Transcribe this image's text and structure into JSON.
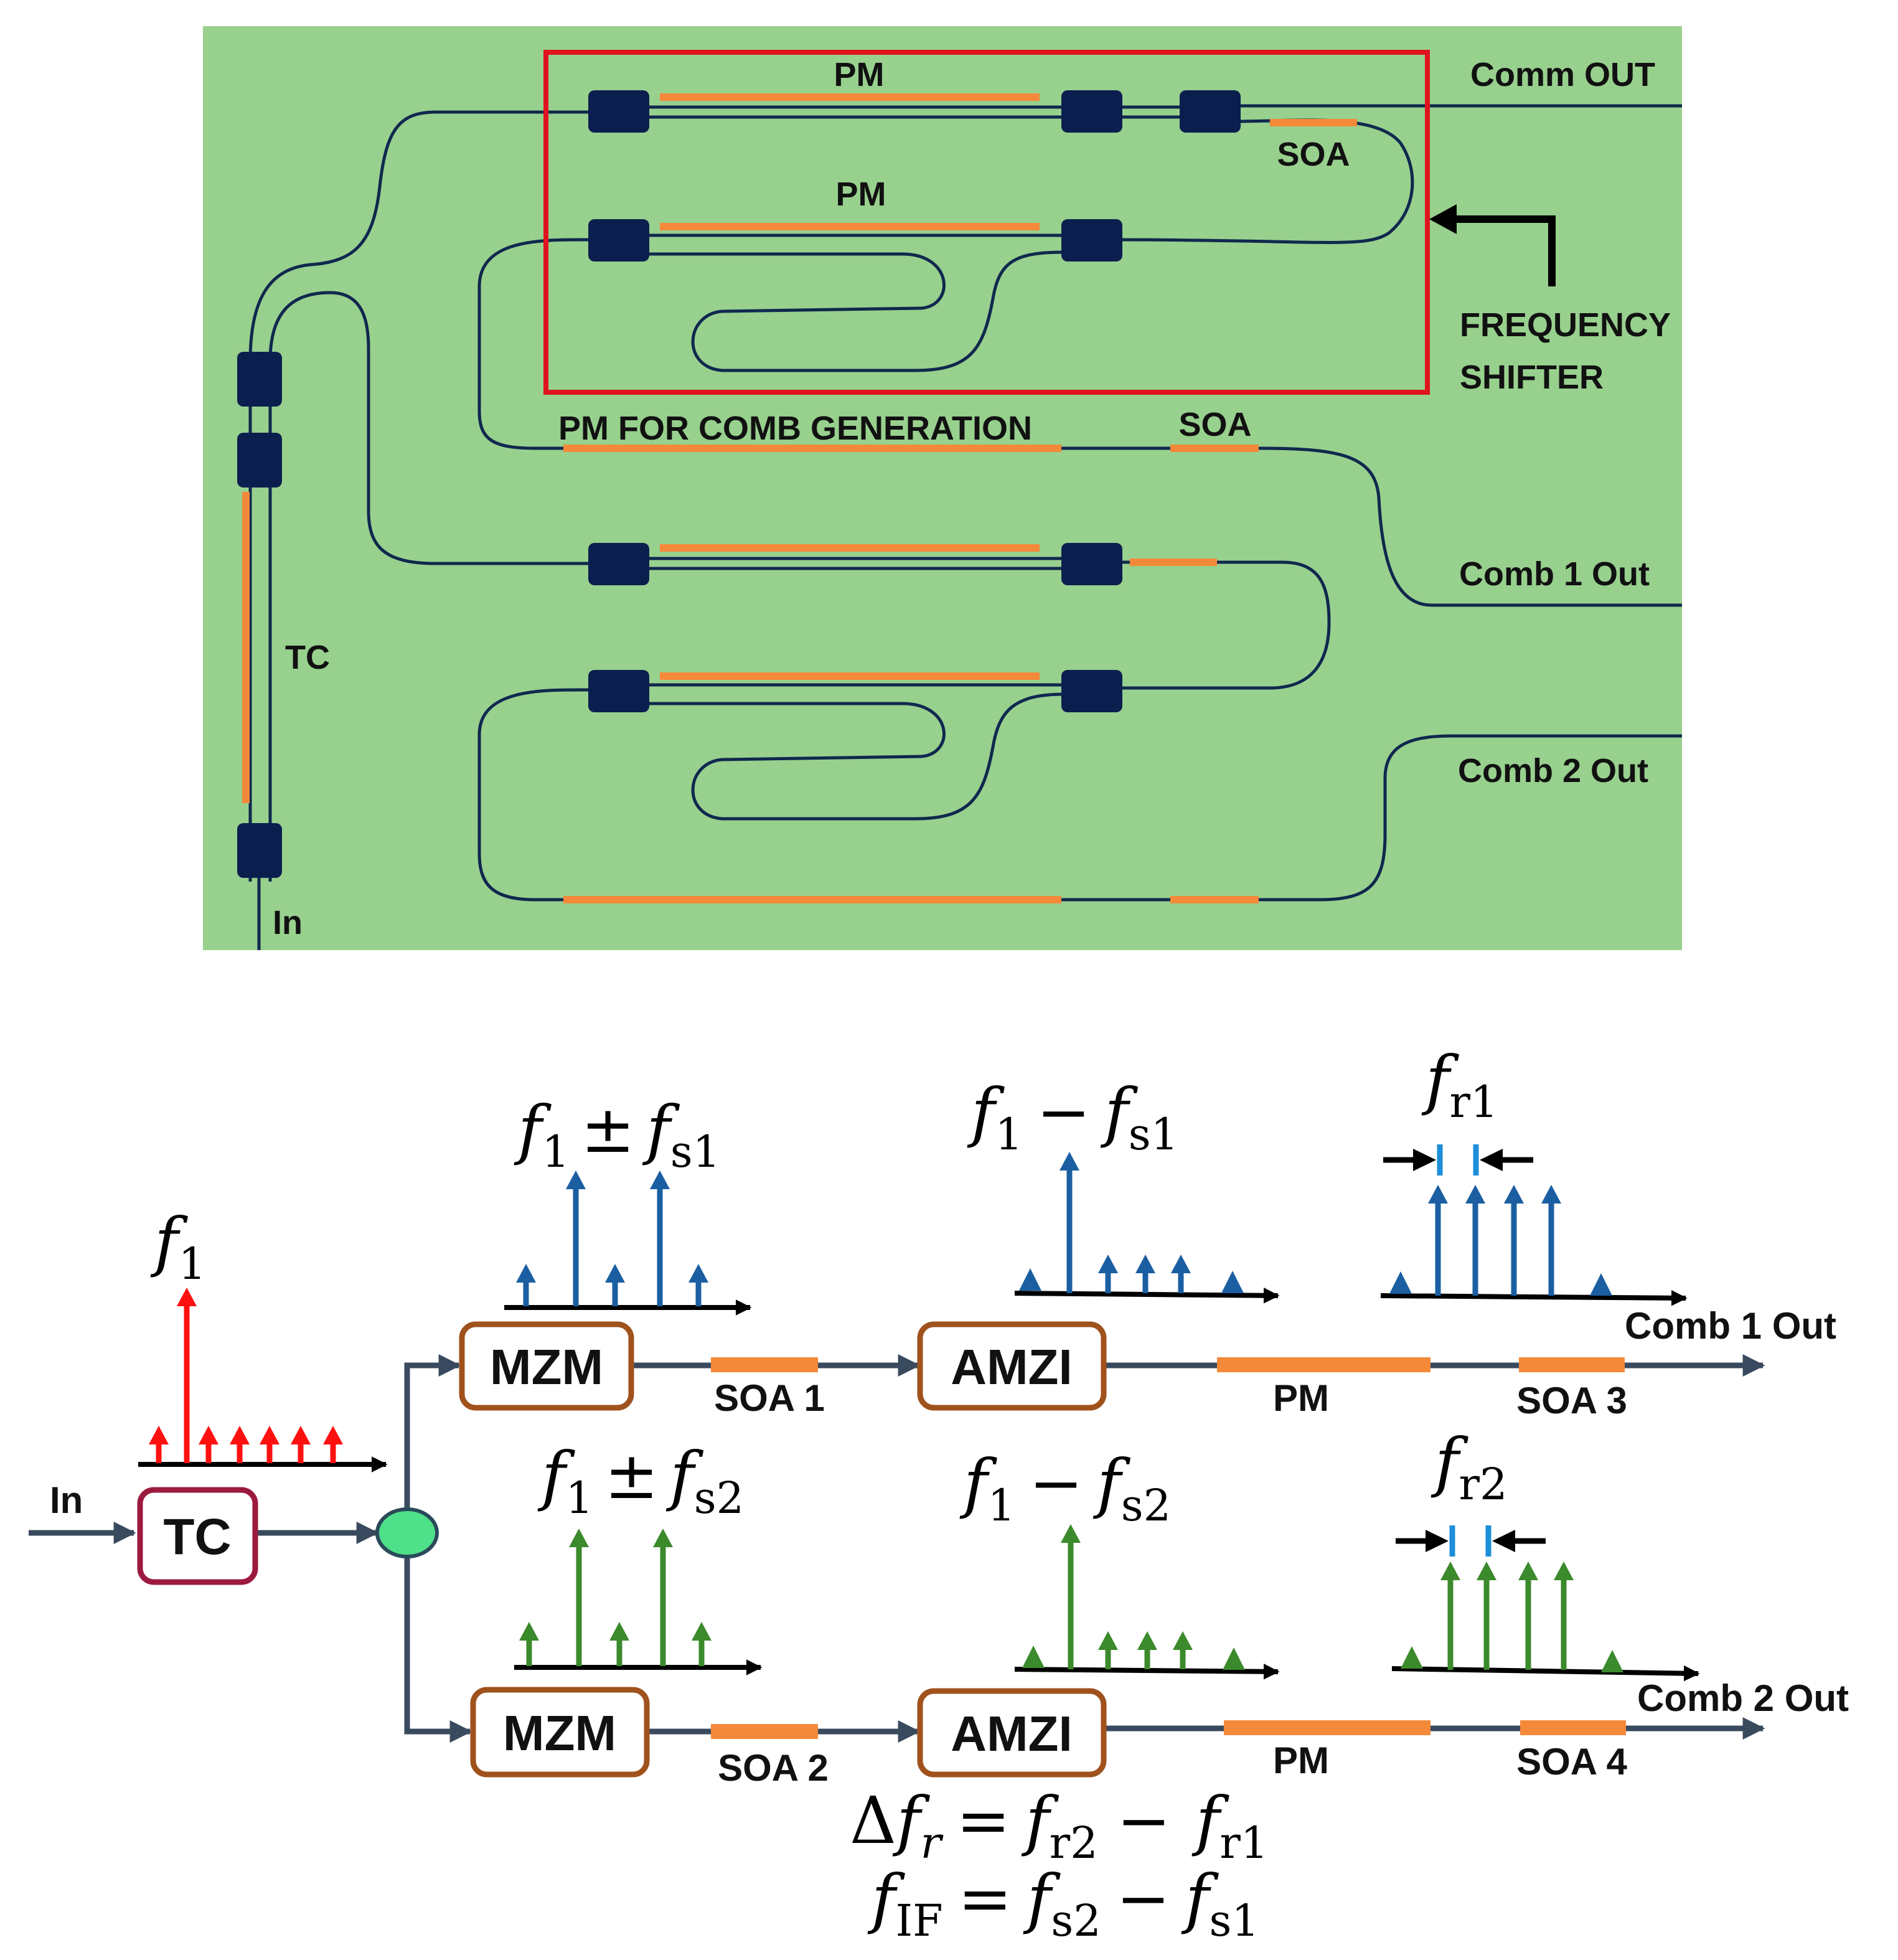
{
  "colors": {
    "chip_background": "#98d08e",
    "waveguide": "#10284e",
    "modulator_block": "#0b1f4f",
    "electrode": "#f4893a",
    "highlight_box": "#e0141e",
    "signal_red": "#ff1010",
    "signal_blue": "#1b5fa2",
    "signal_green": "#3b8a2c",
    "tc_box_border": "#9c1a3e",
    "mzm_box_border": "#a0521d",
    "splitter_fill": "#4fe08a",
    "flow_arrow": "#3a4a5e",
    "marker_blue": "#1d8ed8"
  },
  "layout_diagram": {
    "labels": {
      "pm_top": "PM",
      "pm_second": "PM",
      "soa_top": "SOA",
      "comm_out": "Comm OUT",
      "frequency": "FREQUENCY",
      "shifter": "SHIFTER",
      "pm_comb_generation": "PM FOR COMB GENERATION",
      "soa_middle": "SOA",
      "comb1_out": "Comb 1 Out",
      "comb2_out": "Comb 2 Out",
      "tc": "TC",
      "in": "In"
    }
  },
  "schematic": {
    "in_label": "In",
    "tc_label": "TC",
    "upper_branch": {
      "modulator": "MZM",
      "interferometer": "AMZI",
      "soa_a": "SOA 1",
      "pm": "PM",
      "soa_b": "SOA 3",
      "output": "Comb 1 Out"
    },
    "lower_branch": {
      "modulator": "MZM",
      "interferometer": "AMZI",
      "soa_a": "SOA 2",
      "pm": "PM",
      "soa_b": "SOA 4",
      "output": "Comb 2 Out"
    },
    "math": {
      "f_base": "f",
      "sub_1": "1",
      "sub_s1": "s1",
      "sub_s2": "s2",
      "sub_r1": "r1",
      "sub_r2": "r2",
      "sub_r": "r",
      "sub_if": "IF",
      "plus_minus": "±",
      "minus": "−",
      "equals": "=",
      "delta": "Δ"
    }
  }
}
